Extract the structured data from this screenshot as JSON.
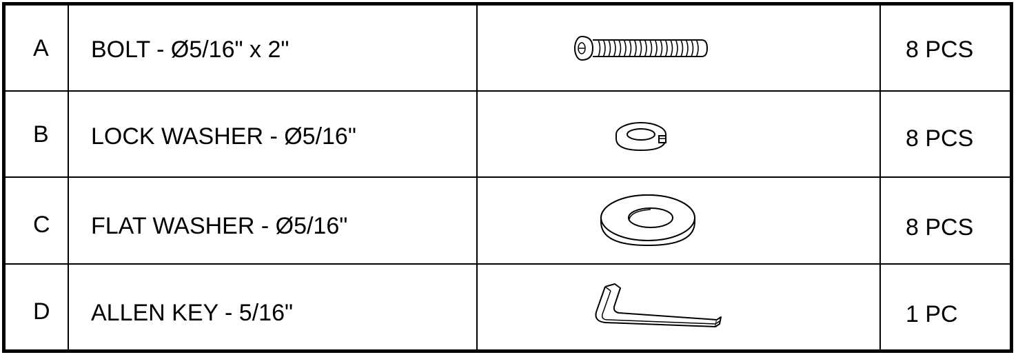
{
  "rows": [
    {
      "letter": "A",
      "description": "BOLT - Ø5/16\" x 2\"",
      "quantity": "8 PCS",
      "icon": "bolt-icon"
    },
    {
      "letter": "B",
      "description": "LOCK WASHER - Ø5/16\"",
      "quantity": "8 PCS",
      "icon": "lock-washer-icon"
    },
    {
      "letter": "C",
      "description": "FLAT WASHER - Ø5/16\"",
      "quantity": "8 PCS",
      "icon": "flat-washer-icon"
    },
    {
      "letter": "D",
      "description": "ALLEN KEY - 5/16\"",
      "quantity": "1 PC",
      "icon": "allen-key-icon"
    }
  ]
}
